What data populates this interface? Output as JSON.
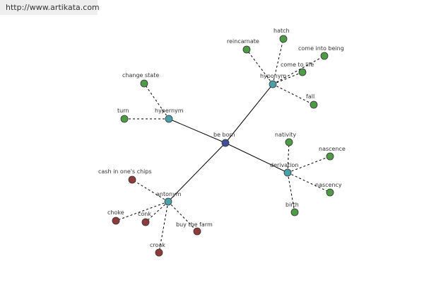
{
  "site": {
    "url": "http://www.artikata.com"
  },
  "colors": {
    "center": "#3f4f9a",
    "category": "#4aa0a8",
    "related": "#4e9a47",
    "antonym": "#8e3b3b"
  },
  "graph": {
    "center": "be born",
    "categories": [
      {
        "id": "hypernym",
        "label": "hypernym",
        "words": [
          "change state",
          "turn"
        ]
      },
      {
        "id": "hyponym",
        "label": "hyponym",
        "words": [
          "reincarnate",
          "hatch",
          "come into being",
          "come to life",
          "fall"
        ]
      },
      {
        "id": "derivation",
        "label": "derivation",
        "words": [
          "nativity",
          "nascence",
          "nascency",
          "birth"
        ]
      },
      {
        "id": "antonym",
        "label": "antonym",
        "words": [
          "cash in one's chips",
          "choke",
          "conk",
          "buy the farm",
          "croak"
        ]
      }
    ]
  }
}
